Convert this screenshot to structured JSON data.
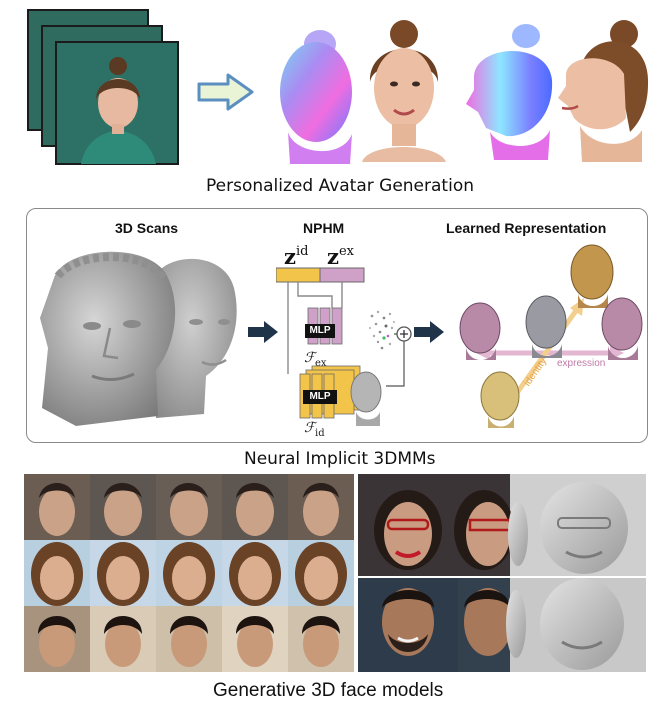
{
  "top": {
    "caption": "Personalized Avatar Generation"
  },
  "middle": {
    "caption": "Neural Implicit 3DMMs",
    "scans_title": "3D Scans",
    "nphm_title": "NPHM",
    "z_id": "id",
    "z_ex": "ex",
    "mlp_label": "MLP",
    "f_ex_sub": "ex",
    "f_id_sub": "id",
    "plus_symbol": "+",
    "learned_title": "Learned Representation",
    "axis_expression": "expression",
    "axis_identity": "identity"
  },
  "bottom": {
    "caption": "Generative 3D face models"
  },
  "colors": {
    "arrow_outline": "#5b8fc0",
    "arrow_fill": "#e9f3d6",
    "nav_arrow": "#1f3449",
    "id_code": "#f2c44a",
    "ex_code": "#cfa0c8",
    "expression_axis": "#c07aa8",
    "identity_axis": "#e8a040",
    "panel_border": "#8a8a8a"
  }
}
